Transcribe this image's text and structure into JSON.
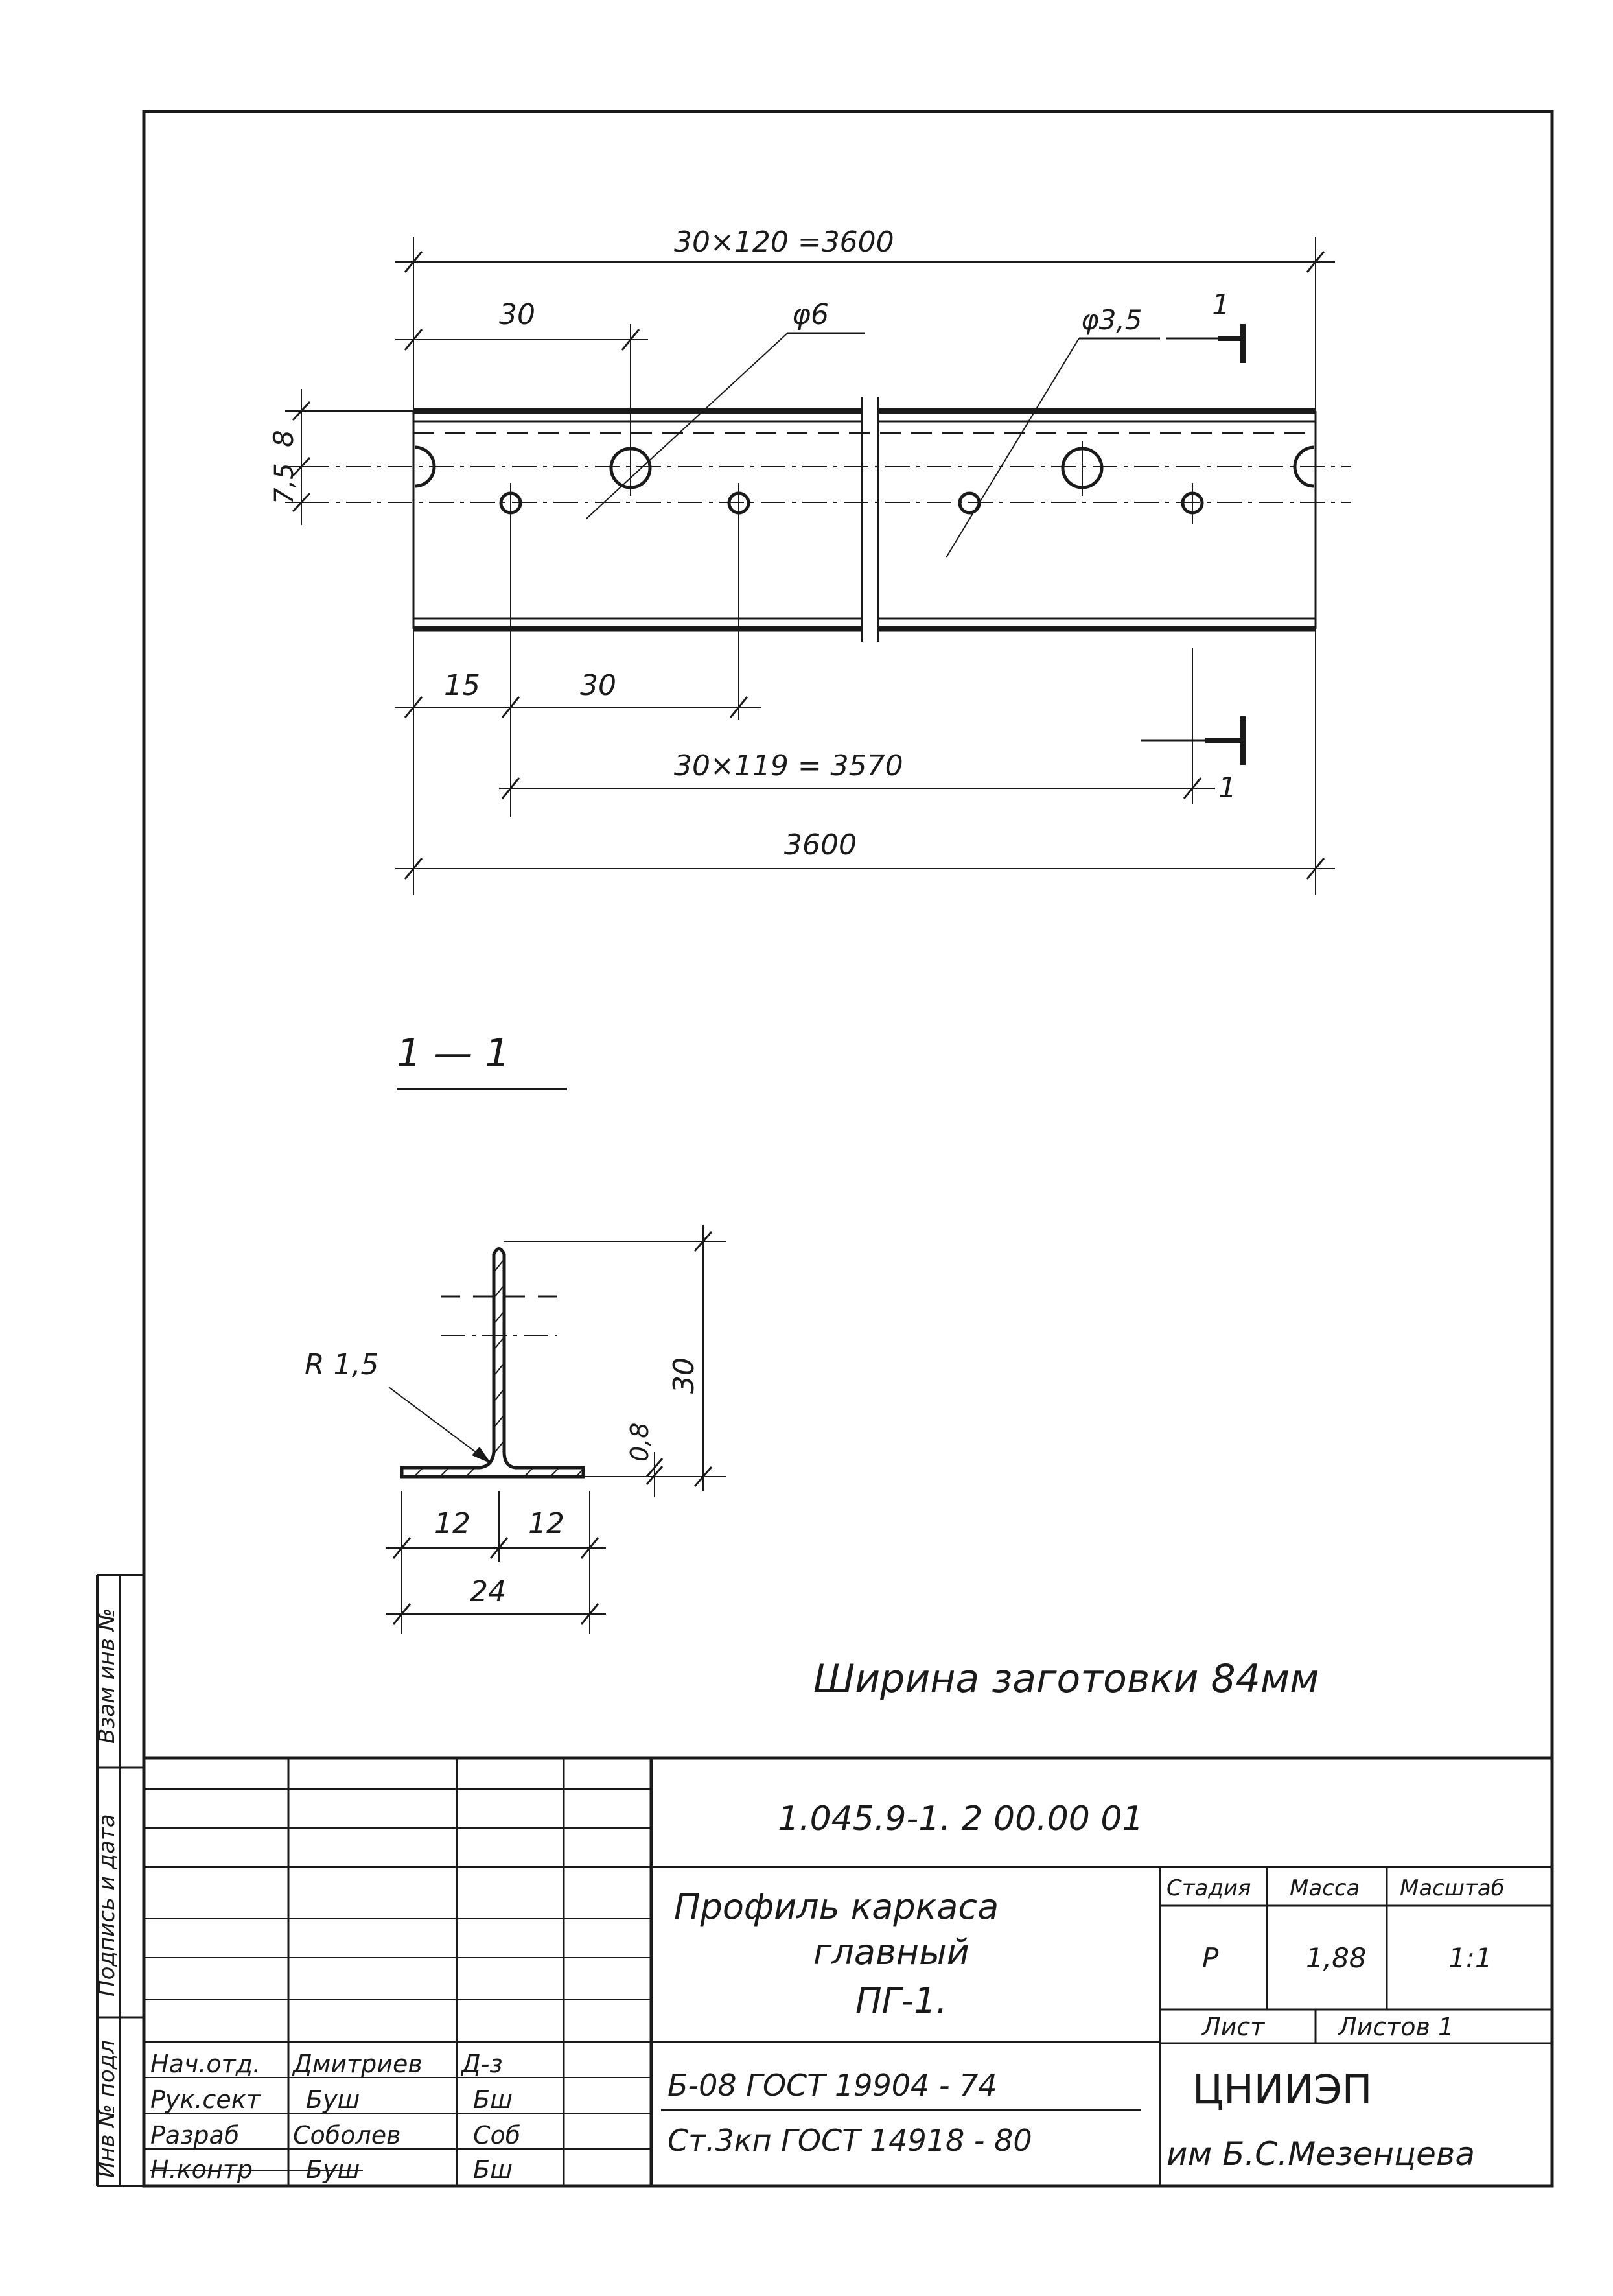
{
  "drawing": {
    "dims": {
      "total_pitch": "30×120 =3600",
      "pitch_top": "30",
      "hole_big": "φ6",
      "hole_small": "φ3,5",
      "section_mark_top": "1",
      "edge_8": "8",
      "edge_7_5": "7,5",
      "offset_15": "15",
      "pitch_bottom": "30",
      "pitch_119": "30×119 = 3570",
      "section_mark_bottom": "1",
      "overall": "3600"
    },
    "section": {
      "title": "1 — 1",
      "radius": "R 1,5",
      "height": "30",
      "thickness": "0,8",
      "half_left": "12",
      "half_right": "12",
      "width": "24"
    },
    "note": "Ширина заготовки 84мм"
  },
  "side_stamp": {
    "vzam_inv": "Взам инв №",
    "podpis_data": "Подпись и дата",
    "inv_podl": "Инв № подл"
  },
  "title_block": {
    "doc_code": "1.045.9-1. 2 00.00 01",
    "name_lines": [
      "Профиль каркаса",
      "главный",
      "ПГ-1."
    ],
    "material_lines": [
      "Б-08 ГОСТ 19904 - 74",
      "Ст.3кп ГОСТ 14918 - 80"
    ],
    "col_headers": {
      "stage": "Стадия",
      "mass": "Масса",
      "scale": "Масштаб"
    },
    "values": {
      "stage": "Р",
      "mass": "1,88",
      "scale": "1:1"
    },
    "sheet_label": "Лист",
    "sheets_label": "Листов 1",
    "org_name": "ЦНИИЭП",
    "org_sub": "им Б.С.Мезенцева",
    "people": [
      {
        "role": "Нач.отд.",
        "name": "Дмитриев",
        "sign": "Д-з"
      },
      {
        "role": "Рук.сект",
        "name": "Буш",
        "sign": "Бш"
      },
      {
        "role": "Разраб",
        "name": "Соболев",
        "sign": "Соб"
      },
      {
        "role": "Н.контр",
        "name": "Буш",
        "sign": "Бш"
      }
    ]
  }
}
